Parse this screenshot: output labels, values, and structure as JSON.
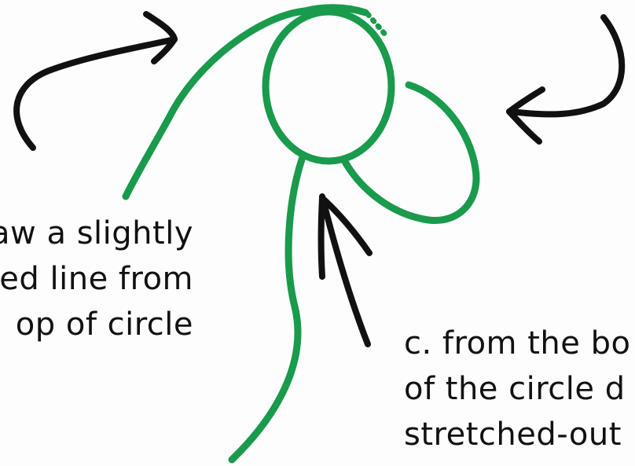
{
  "colors": {
    "stroke_green": "#1a9a4c",
    "arrow_black": "#111111",
    "background": "#fdfdfd"
  },
  "captions": {
    "b": {
      "lines": [
        "aw a slightly",
        "ed line from",
        "op of circle"
      ]
    },
    "c": {
      "lines": [
        "c. from the bo",
        "of the circle d",
        "stretched-out"
      ]
    }
  },
  "icons": {
    "arrow_top_left": "curved-arrow-right-icon",
    "arrow_top_right": "curved-arrow-left-icon",
    "arrow_bottom_center": "arrow-up-icon"
  }
}
